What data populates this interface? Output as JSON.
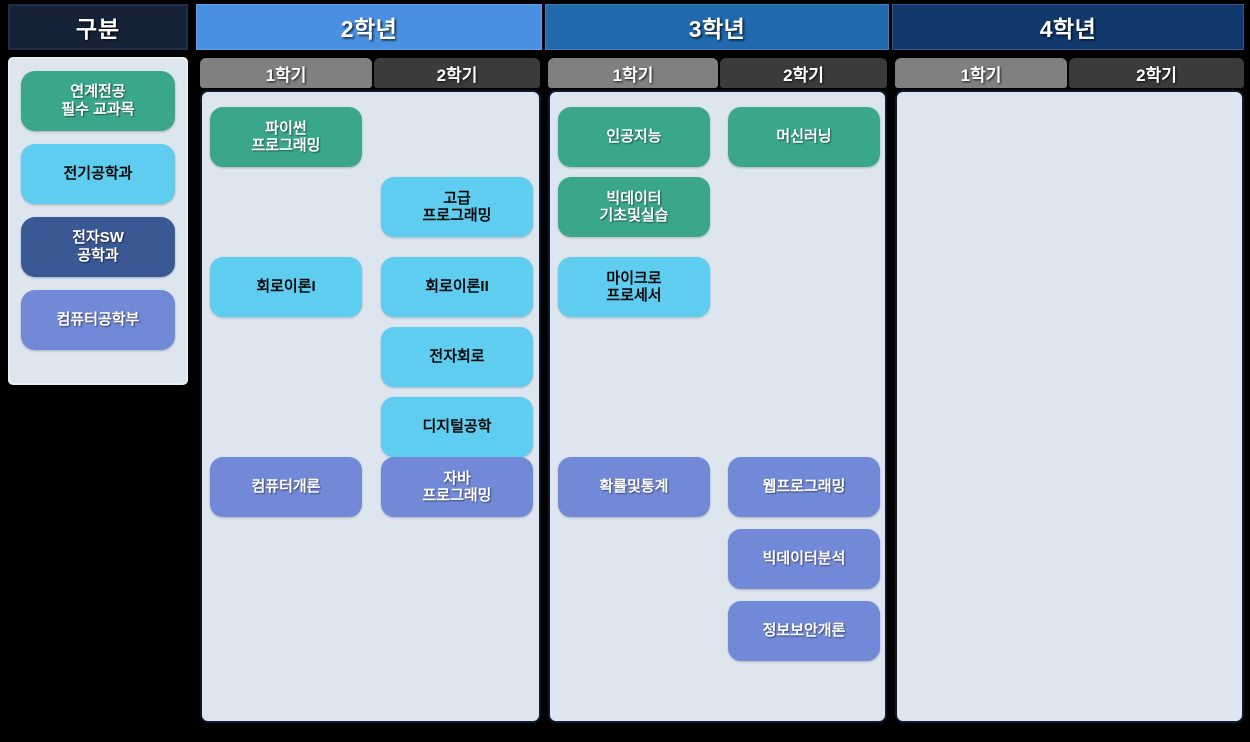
{
  "colors": {
    "green": "#3aa78c",
    "skyblue": "#5ecdf0",
    "navy": "#3a5894",
    "periwinkle": "#7289d8",
    "year2": "#4a90e2",
    "year3": "#2069ad",
    "year4": "#12396e",
    "panel": "#dde5ef",
    "sem1": "#808080",
    "sem2": "#3b3b3b",
    "header_bg": "#152238"
  },
  "legend": {
    "title": "구분",
    "items": [
      {
        "label": "연계전공\n필수 교과목",
        "color": "#3aa78c",
        "text": "#ffffff"
      },
      {
        "label": "전기공학과",
        "color": "#5ecdf0",
        "text": "#0a0a0a"
      },
      {
        "label": "전자SW\n공학과",
        "color": "#3a5894",
        "text": "#ffffff"
      },
      {
        "label": "컴퓨터공학부",
        "color": "#7289d8",
        "text": "#ffffff"
      }
    ]
  },
  "years": [
    {
      "label": "2학년",
      "color": "#4a90e2"
    },
    {
      "label": "3학년",
      "color": "#2069ad"
    },
    {
      "label": "4학년",
      "color": "#12396e"
    }
  ],
  "semesters": [
    {
      "label": "1학기",
      "year": "2학년"
    },
    {
      "label": "2학기",
      "year": "2학년"
    },
    {
      "label": "1학기",
      "year": "3학년"
    },
    {
      "label": "2학기",
      "year": "3학년"
    },
    {
      "label": "1학기",
      "year": "4학년"
    },
    {
      "label": "2학기",
      "year": "4학년"
    }
  ],
  "courses": {
    "y2s1": [
      {
        "label": "파이썬\n프로그래밍",
        "color": "#3aa78c",
        "text": "#ffffff",
        "row": 0
      },
      {
        "label": "회로이론I",
        "color": "#5ecdf0",
        "text": "#0a0a0a",
        "row": 2
      },
      {
        "label": "컴퓨터개론",
        "color": "#7289d8",
        "text": "#ffffff",
        "row": 5
      }
    ],
    "y2s2": [
      {
        "label": "고급\n프로그래밍",
        "color": "#5ecdf0",
        "text": "#0a0a0a",
        "row": 1
      },
      {
        "label": "회로이론II",
        "color": "#5ecdf0",
        "text": "#0a0a0a",
        "row": 2
      },
      {
        "label": "전자회로",
        "color": "#5ecdf0",
        "text": "#0a0a0a",
        "row": 3
      },
      {
        "label": "디지털공학",
        "color": "#5ecdf0",
        "text": "#0a0a0a",
        "row": 4
      },
      {
        "label": "자바\n프로그래밍",
        "color": "#7289d8",
        "text": "#ffffff",
        "row": 5
      }
    ],
    "y3s1": [
      {
        "label": "인공지능",
        "color": "#3aa78c",
        "text": "#ffffff",
        "row": 0
      },
      {
        "label": "빅데이터\n기초및실습",
        "color": "#3aa78c",
        "text": "#ffffff",
        "row": 1
      },
      {
        "label": "마이크로\n프로세서",
        "color": "#5ecdf0",
        "text": "#0a0a0a",
        "row": 2
      },
      {
        "label": "확률및통계",
        "color": "#7289d8",
        "text": "#ffffff",
        "row": 5
      }
    ],
    "y3s2": [
      {
        "label": "머신러닝",
        "color": "#3aa78c",
        "text": "#ffffff",
        "row": 0
      },
      {
        "label": "웹프로그래밍",
        "color": "#7289d8",
        "text": "#ffffff",
        "row": 5
      },
      {
        "label": "빅데이터분석",
        "color": "#7289d8",
        "text": "#ffffff",
        "row": 6
      },
      {
        "label": "정보보안개론",
        "color": "#7289d8",
        "text": "#ffffff",
        "row": 7
      }
    ],
    "y4": []
  }
}
